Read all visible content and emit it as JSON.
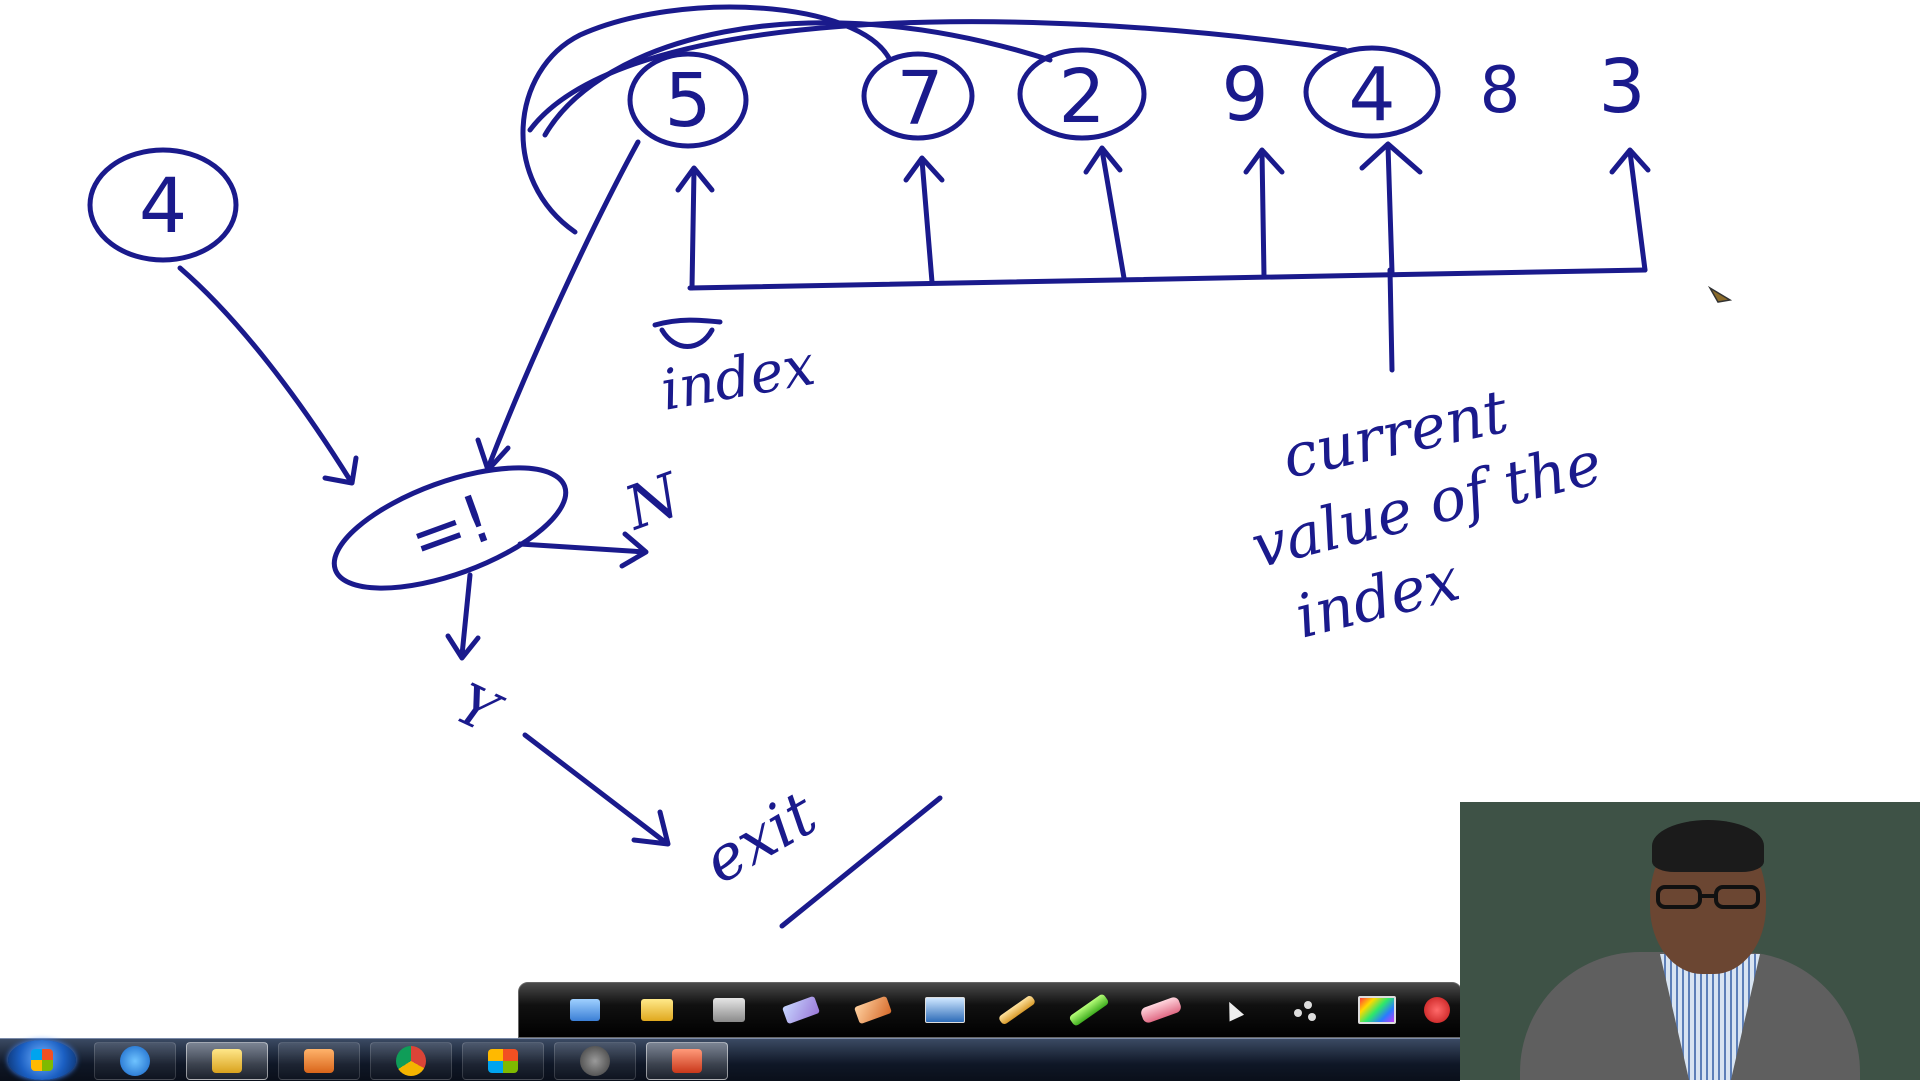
{
  "board": {
    "ink_color": "#1a1a8c",
    "key_value": "4",
    "array_values": [
      "5",
      "7",
      "2",
      "9",
      "4",
      "8",
      "3"
    ],
    "circled_array_values": [
      "5",
      "7",
      "2",
      "4"
    ],
    "compare_operator": "=!",
    "branch_no_label": "N",
    "branch_yes_label": "Y",
    "exit_label": "exit",
    "index_label": "index",
    "annotation_lines": [
      "current",
      "value of the",
      "index"
    ]
  },
  "taskbar": {
    "apps": [
      "start-orb",
      "internet-explorer-icon",
      "file-explorer-icon",
      "media-player-icon",
      "chrome-icon",
      "office-icon",
      "back-icon",
      "powerpoint-icon"
    ]
  },
  "tool_palette": {
    "tools": [
      "notes-icon",
      "folder-icon",
      "screen-capture-icon",
      "highlighter-icon",
      "pen-icon",
      "screen-icon",
      "pencil-icon",
      "marker-icon",
      "eraser-icon",
      "pointer-icon",
      "laser-icon",
      "color-picker-icon",
      "close-icon"
    ]
  },
  "webcam": {
    "background_color": "#3e5246"
  }
}
